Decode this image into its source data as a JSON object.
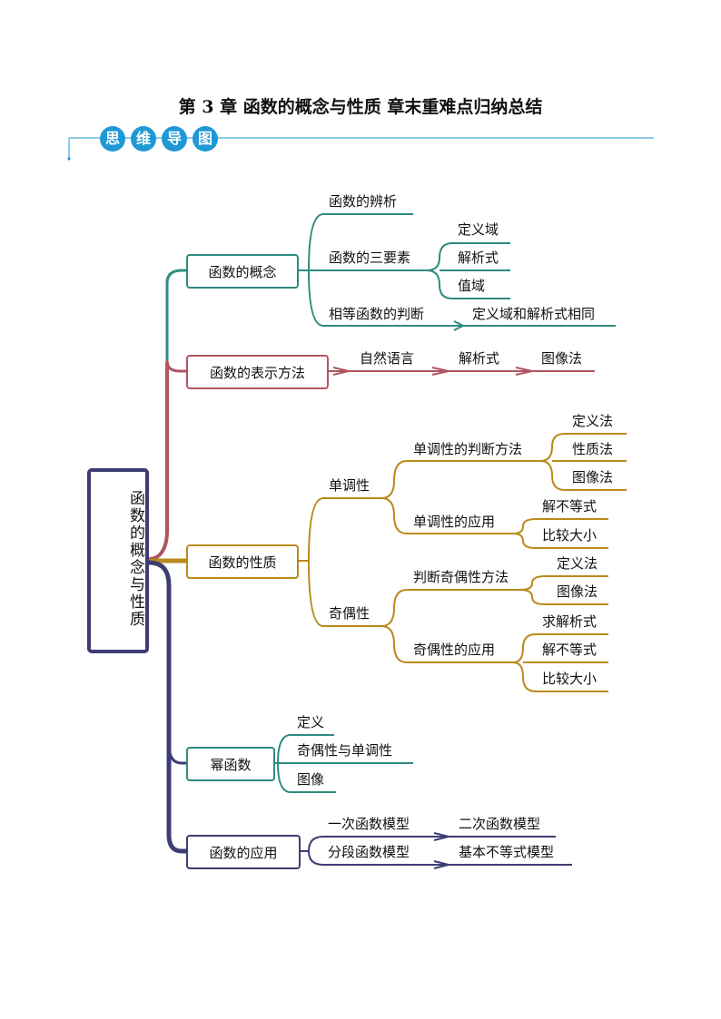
{
  "header": {
    "title": "第 3 章  函数的概念与性质  章末重难点归纳总结",
    "banner": [
      "思",
      "维",
      "导",
      "图"
    ]
  },
  "colors": {
    "banner": "#1f98d5",
    "teal": "#2f8b80",
    "red": "#b05562",
    "gold": "#b98a1c",
    "navy": "#3d3d74"
  },
  "mindmap": {
    "root": "函数的概念与性质",
    "concept": {
      "label": "函数的概念",
      "discrimination": "函数的辨析",
      "three_elements": "函数的三要素",
      "elements": [
        "定义域",
        "解析式",
        "值域"
      ],
      "equal_judgment": "相等函数的判断",
      "equal_rule": "定义域和解析式相同"
    },
    "representation": {
      "label": "函数的表示方法",
      "methods": [
        "自然语言",
        "解析式",
        "图像法"
      ]
    },
    "properties": {
      "label": "函数的性质",
      "monotonicity": "单调性",
      "mono_methods_label": "单调性的判断方法",
      "mono_methods": [
        "定义法",
        "性质法",
        "图像法"
      ],
      "mono_apps_label": "单调性的应用",
      "mono_apps": [
        "解不等式",
        "比较大小"
      ],
      "parity": "奇偶性",
      "parity_methods_label": "判断奇偶性方法",
      "parity_methods": [
        "定义法",
        "图像法"
      ],
      "parity_apps_label": "奇偶性的应用",
      "parity_apps": [
        "求解析式",
        "解不等式",
        "比较大小"
      ]
    },
    "power": {
      "label": "幂函数",
      "items": [
        "定义",
        "奇偶性与单调性",
        "图像"
      ]
    },
    "application": {
      "label": "函数的应用",
      "models": [
        "一次函数模型",
        "二次函数模型",
        "分段函数模型",
        "基本不等式模型"
      ]
    }
  }
}
